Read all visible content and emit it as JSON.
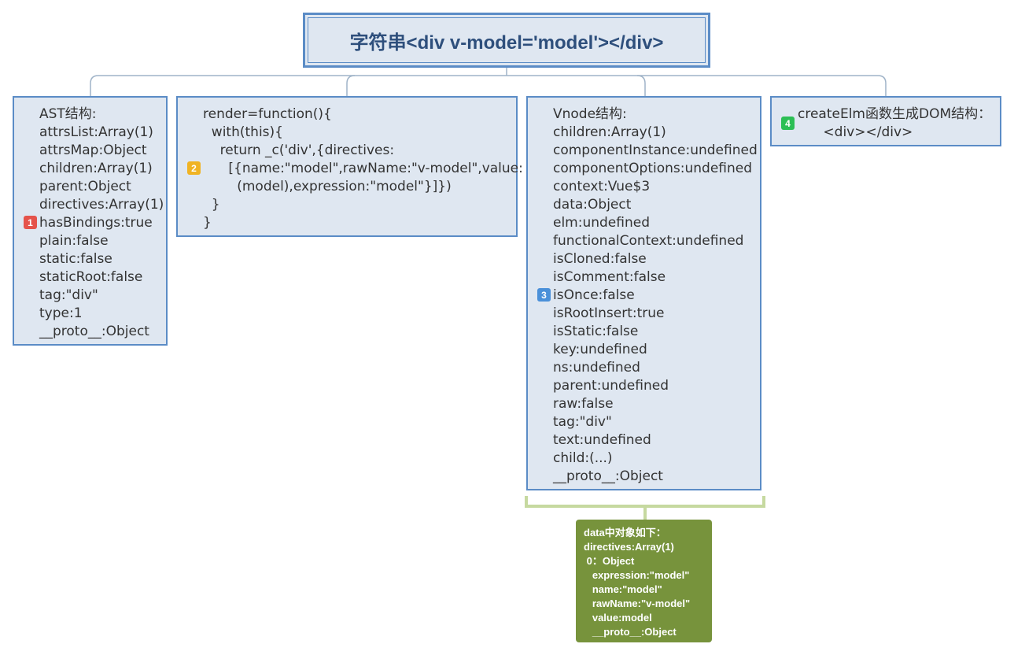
{
  "root": {
    "title": "字符串<div v-model='model'></div>"
  },
  "ast": {
    "badge": "1",
    "lines": [
      "AST结构:",
      "attrsList:Array(1)",
      "attrsMap:Object",
      "children:Array(1)",
      "parent:Object",
      "directives:Array(1)",
      "hasBindings:true",
      "plain:false",
      "static:false",
      "staticRoot:false",
      "tag:\"div\"",
      "type:1",
      "__proto__:Object"
    ]
  },
  "render": {
    "badge": "2",
    "lines": [
      "render=function(){",
      "  with(this){",
      "    return _c('div',{directives:",
      "      [{name:\"model\",rawName:\"v-model\",value:",
      "        (model),expression:\"model\"}]})",
      "  }",
      "}"
    ]
  },
  "vnode": {
    "badge": "3",
    "lines": [
      "Vnode结构:",
      "children:Array(1)",
      "componentInstance:undefined",
      "componentOptions:undefined",
      "context:Vue$3",
      "data:Object",
      "elm:undefined",
      "functionalContext:undefined",
      "isCloned:false",
      "isComment:false",
      "isOnce:false",
      "isRootInsert:true",
      "isStatic:false",
      "key:undefined",
      "ns:undefined",
      "parent:undefined",
      "raw:false",
      "tag:\"div\"",
      "text:undefined",
      "child:(...)",
      "__proto__:Object"
    ]
  },
  "createElm": {
    "badge": "4",
    "lines": [
      "createElm函数生成DOM结构：",
      "      <div></div>"
    ]
  },
  "callout": {
    "lines": [
      "data中对象如下：",
      "directives:Array(1)",
      " 0：Object",
      "   expression:\"model\"",
      "   name:\"model\"",
      "   rawName:\"v-model\"",
      "   value:model",
      "   __proto__:Object"
    ]
  },
  "colors": {
    "node_fill": "#dfe7f1",
    "node_border": "#5b8cc6",
    "connector": "#9fb3c8",
    "bracket": "#c6d9a0",
    "callout_fill": "#77933c",
    "badge_1": "#e5534b",
    "badge_2": "#f0b323",
    "badge_3": "#4a90d9",
    "badge_4": "#2cbf55"
  }
}
